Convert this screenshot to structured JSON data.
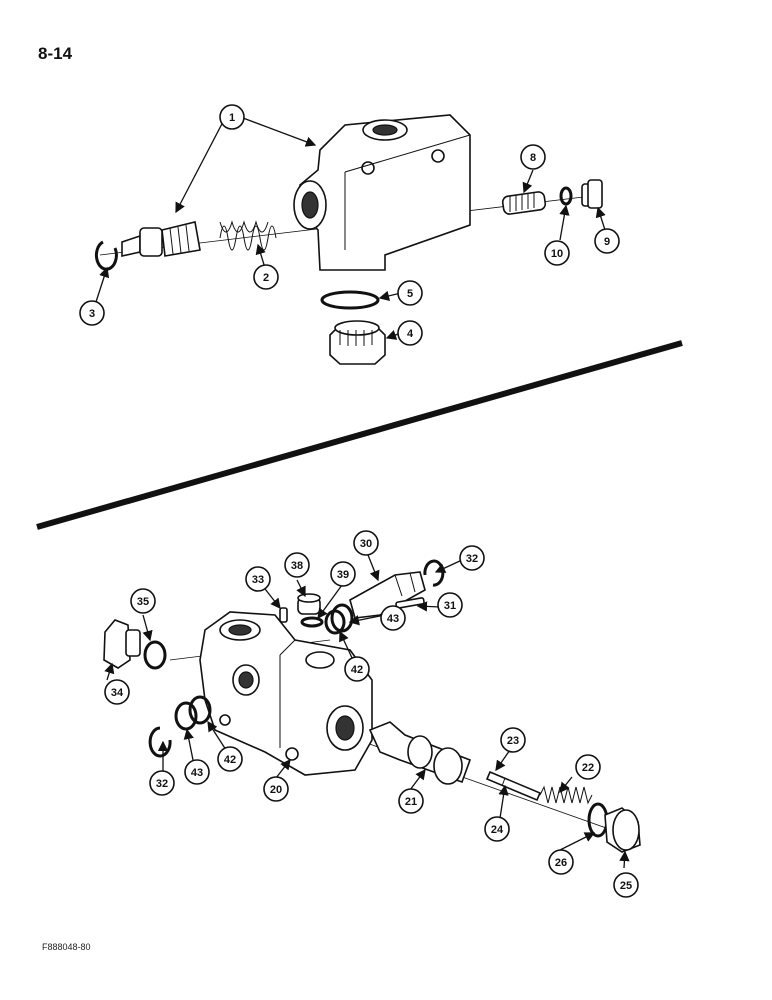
{
  "page_number": "8-14",
  "figure_code": "F888048-80",
  "callouts_top": [
    "1",
    "2",
    "3",
    "4",
    "5",
    "8",
    "9",
    "10"
  ],
  "callouts_bottom": [
    "20",
    "21",
    "22",
    "23",
    "24",
    "25",
    "26",
    "30",
    "31",
    "32",
    "33",
    "34",
    "35",
    "38",
    "39",
    "42",
    "43",
    "32",
    "42",
    "43"
  ]
}
